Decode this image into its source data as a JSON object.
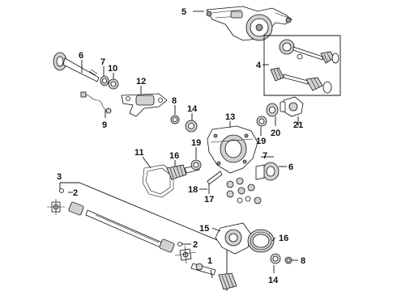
{
  "callouts": [
    {
      "id": "c5",
      "label": "5"
    },
    {
      "id": "c4",
      "label": "4"
    },
    {
      "id": "c6a",
      "label": "6"
    },
    {
      "id": "c7a",
      "label": "7"
    },
    {
      "id": "c10",
      "label": "10"
    },
    {
      "id": "c12",
      "label": "12"
    },
    {
      "id": "c9",
      "label": "9"
    },
    {
      "id": "c8a",
      "label": "8"
    },
    {
      "id": "c14a",
      "label": "14"
    },
    {
      "id": "c13",
      "label": "13"
    },
    {
      "id": "c19a",
      "label": "19"
    },
    {
      "id": "c20",
      "label": "20"
    },
    {
      "id": "c21",
      "label": "21"
    },
    {
      "id": "c11",
      "label": "11"
    },
    {
      "id": "c16a",
      "label": "16"
    },
    {
      "id": "c19b",
      "label": "19"
    },
    {
      "id": "c7b",
      "label": "7"
    },
    {
      "id": "c6b",
      "label": "6"
    },
    {
      "id": "c18",
      "label": "18"
    },
    {
      "id": "c17",
      "label": "17"
    },
    {
      "id": "c3",
      "label": "3"
    },
    {
      "id": "c2a",
      "label": "2"
    },
    {
      "id": "c2b",
      "label": "2"
    },
    {
      "id": "c15",
      "label": "15"
    },
    {
      "id": "c16b",
      "label": "16"
    },
    {
      "id": "c1",
      "label": "1"
    },
    {
      "id": "c8b",
      "label": "8"
    },
    {
      "id": "c14b",
      "label": "14"
    }
  ]
}
